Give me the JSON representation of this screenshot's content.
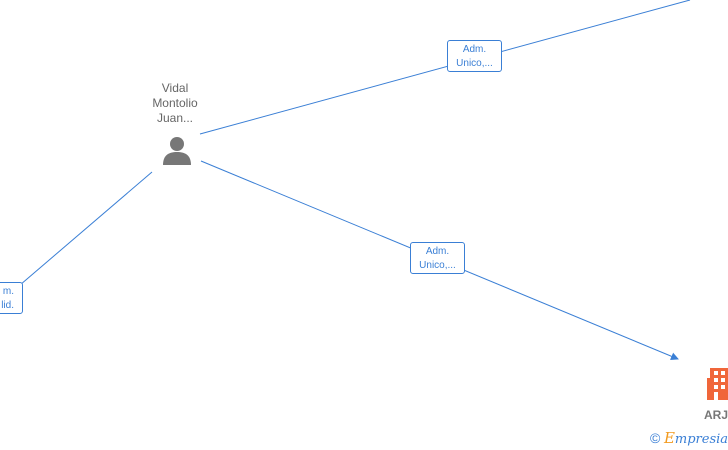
{
  "colors": {
    "edge": "#3a7fd5",
    "person": "#777777",
    "company": "#f0663a",
    "text": "#666666",
    "watermark_e": "#f29a1f"
  },
  "person": {
    "name_lines": [
      "Vidal",
      "Montolio",
      "Juan..."
    ],
    "icon": "person-icon"
  },
  "edges": [
    {
      "label_lines": [
        "Adm.",
        "Unico,..."
      ]
    },
    {
      "label_lines": [
        "Adm.",
        "Unico,..."
      ]
    },
    {
      "label_lines": [
        "m.",
        "lid."
      ]
    }
  ],
  "company": {
    "name": "ARJ",
    "icon": "building-icon"
  },
  "watermark": {
    "copyright": "©",
    "e_letter": "E",
    "brand_rest": "mpresia"
  }
}
